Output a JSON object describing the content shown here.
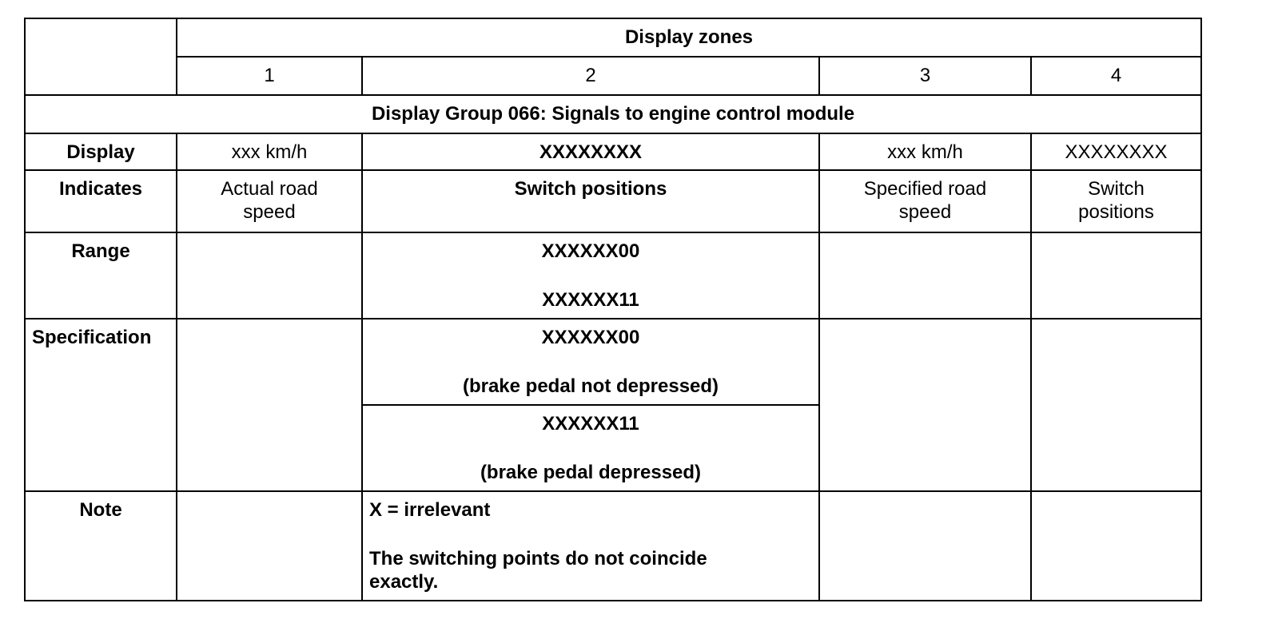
{
  "header": {
    "display_zones": "Display zones"
  },
  "zones": [
    "1",
    "2",
    "3",
    "4"
  ],
  "group_title": "Display Group 066: Signals to engine control module",
  "rows": {
    "display": {
      "label": "Display",
      "values": [
        "xxx km/h",
        "XXXXXXXX",
        "xxx km/h",
        "XXXXXXXX"
      ]
    },
    "indicates": {
      "label": "Indicates",
      "values": [
        "Actual road speed",
        "Switch positions",
        "Specified road speed",
        "Switch positions"
      ]
    },
    "range": {
      "label": "Range",
      "zone2": [
        "XXXXXX00",
        "XXXXXX11"
      ]
    },
    "specification": {
      "label": "Specification",
      "zone2_a": [
        "XXXXXX00",
        "(brake pedal not depressed)"
      ],
      "zone2_b": [
        "XXXXXX11",
        "(brake pedal depressed)"
      ]
    },
    "note": {
      "label": "Note",
      "zone2": [
        "X = irrelevant",
        "The switching points do not coincide exactly."
      ]
    }
  }
}
